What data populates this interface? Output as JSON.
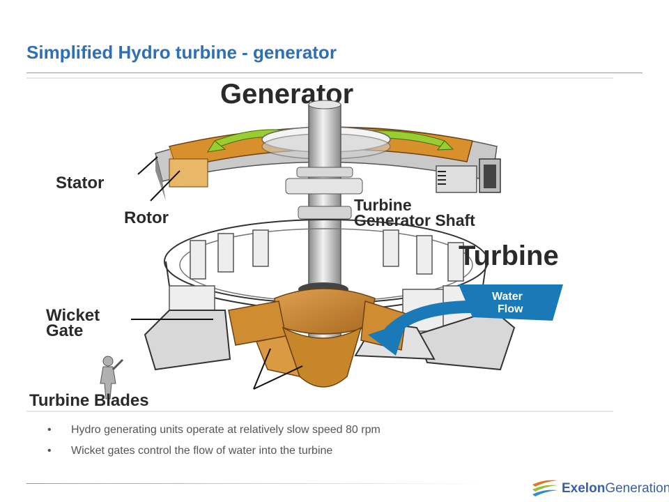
{
  "slide": {
    "title": "Simplified Hydro turbine - generator",
    "bullets": [
      "Hydro generating units operate at relatively slow speed 80 rpm",
      "Wicket gates control the flow of water into the turbine"
    ]
  },
  "diagram": {
    "labels": {
      "generator": "Generator",
      "stator": "Stator",
      "rotor": "Rotor",
      "shaft_line1": "Turbine",
      "shaft_line2": "Generator Shaft",
      "turbine": "Turbine",
      "water_line1": "Water",
      "water_line2": "Flow",
      "wicket_line1": "Wicket",
      "wicket_line2": "Gate",
      "blades": "Turbine Blades"
    }
  },
  "brand": {
    "logo_bold": "Exelon",
    "logo_regular": "Generation",
    "logo_suffix": "."
  },
  "colors": {
    "title": "#2e6fb6",
    "water_flow": "#1a7ab8",
    "rotor": "#d8902c",
    "blades": "#c8862a"
  }
}
